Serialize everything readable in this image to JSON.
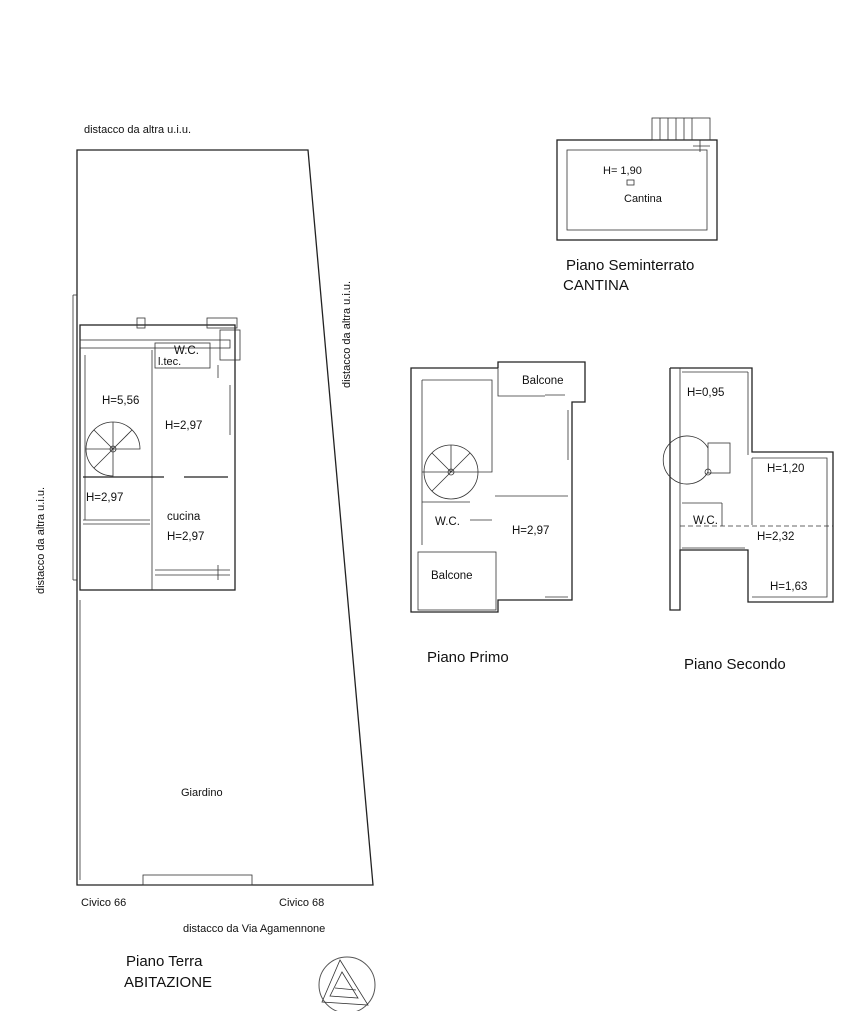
{
  "plan": {
    "boundary_labels": {
      "top": "distacco da altra u.i.u.",
      "right": "distacco da altra u.i.u.",
      "left": "distacco da altra u.i.u.",
      "bottom": "distacco da Via Agamennone"
    },
    "civic_numbers": [
      "Civico 66",
      "Civico 68"
    ],
    "ground_floor": {
      "title": "Piano Terra",
      "subtitle": "ABITAZIONE",
      "rooms": {
        "wc": "W.C.",
        "ltec": "l.tec.",
        "stair_height": "H=5,56",
        "living_height": "H=2,97",
        "small_room_height": "H=2,97",
        "kitchen": "cucina",
        "kitchen_height": "H=2,97",
        "garden": "Giardino"
      }
    },
    "basement": {
      "title": "Piano Seminterrato",
      "subtitle": "CANTINA",
      "height": "H= 1,90",
      "room": "Cantina"
    },
    "first_floor": {
      "title": "Piano Primo",
      "balcony_top": "Balcone",
      "balcony_bottom": "Balcone",
      "wc": "W.C.",
      "height": "H=2,97"
    },
    "second_floor": {
      "title": "Piano Secondo",
      "h1": "H=0,95",
      "h2": "H=1,20",
      "wc": "W.C.",
      "h3": "H=2,32",
      "h4": "H=1,63"
    }
  }
}
